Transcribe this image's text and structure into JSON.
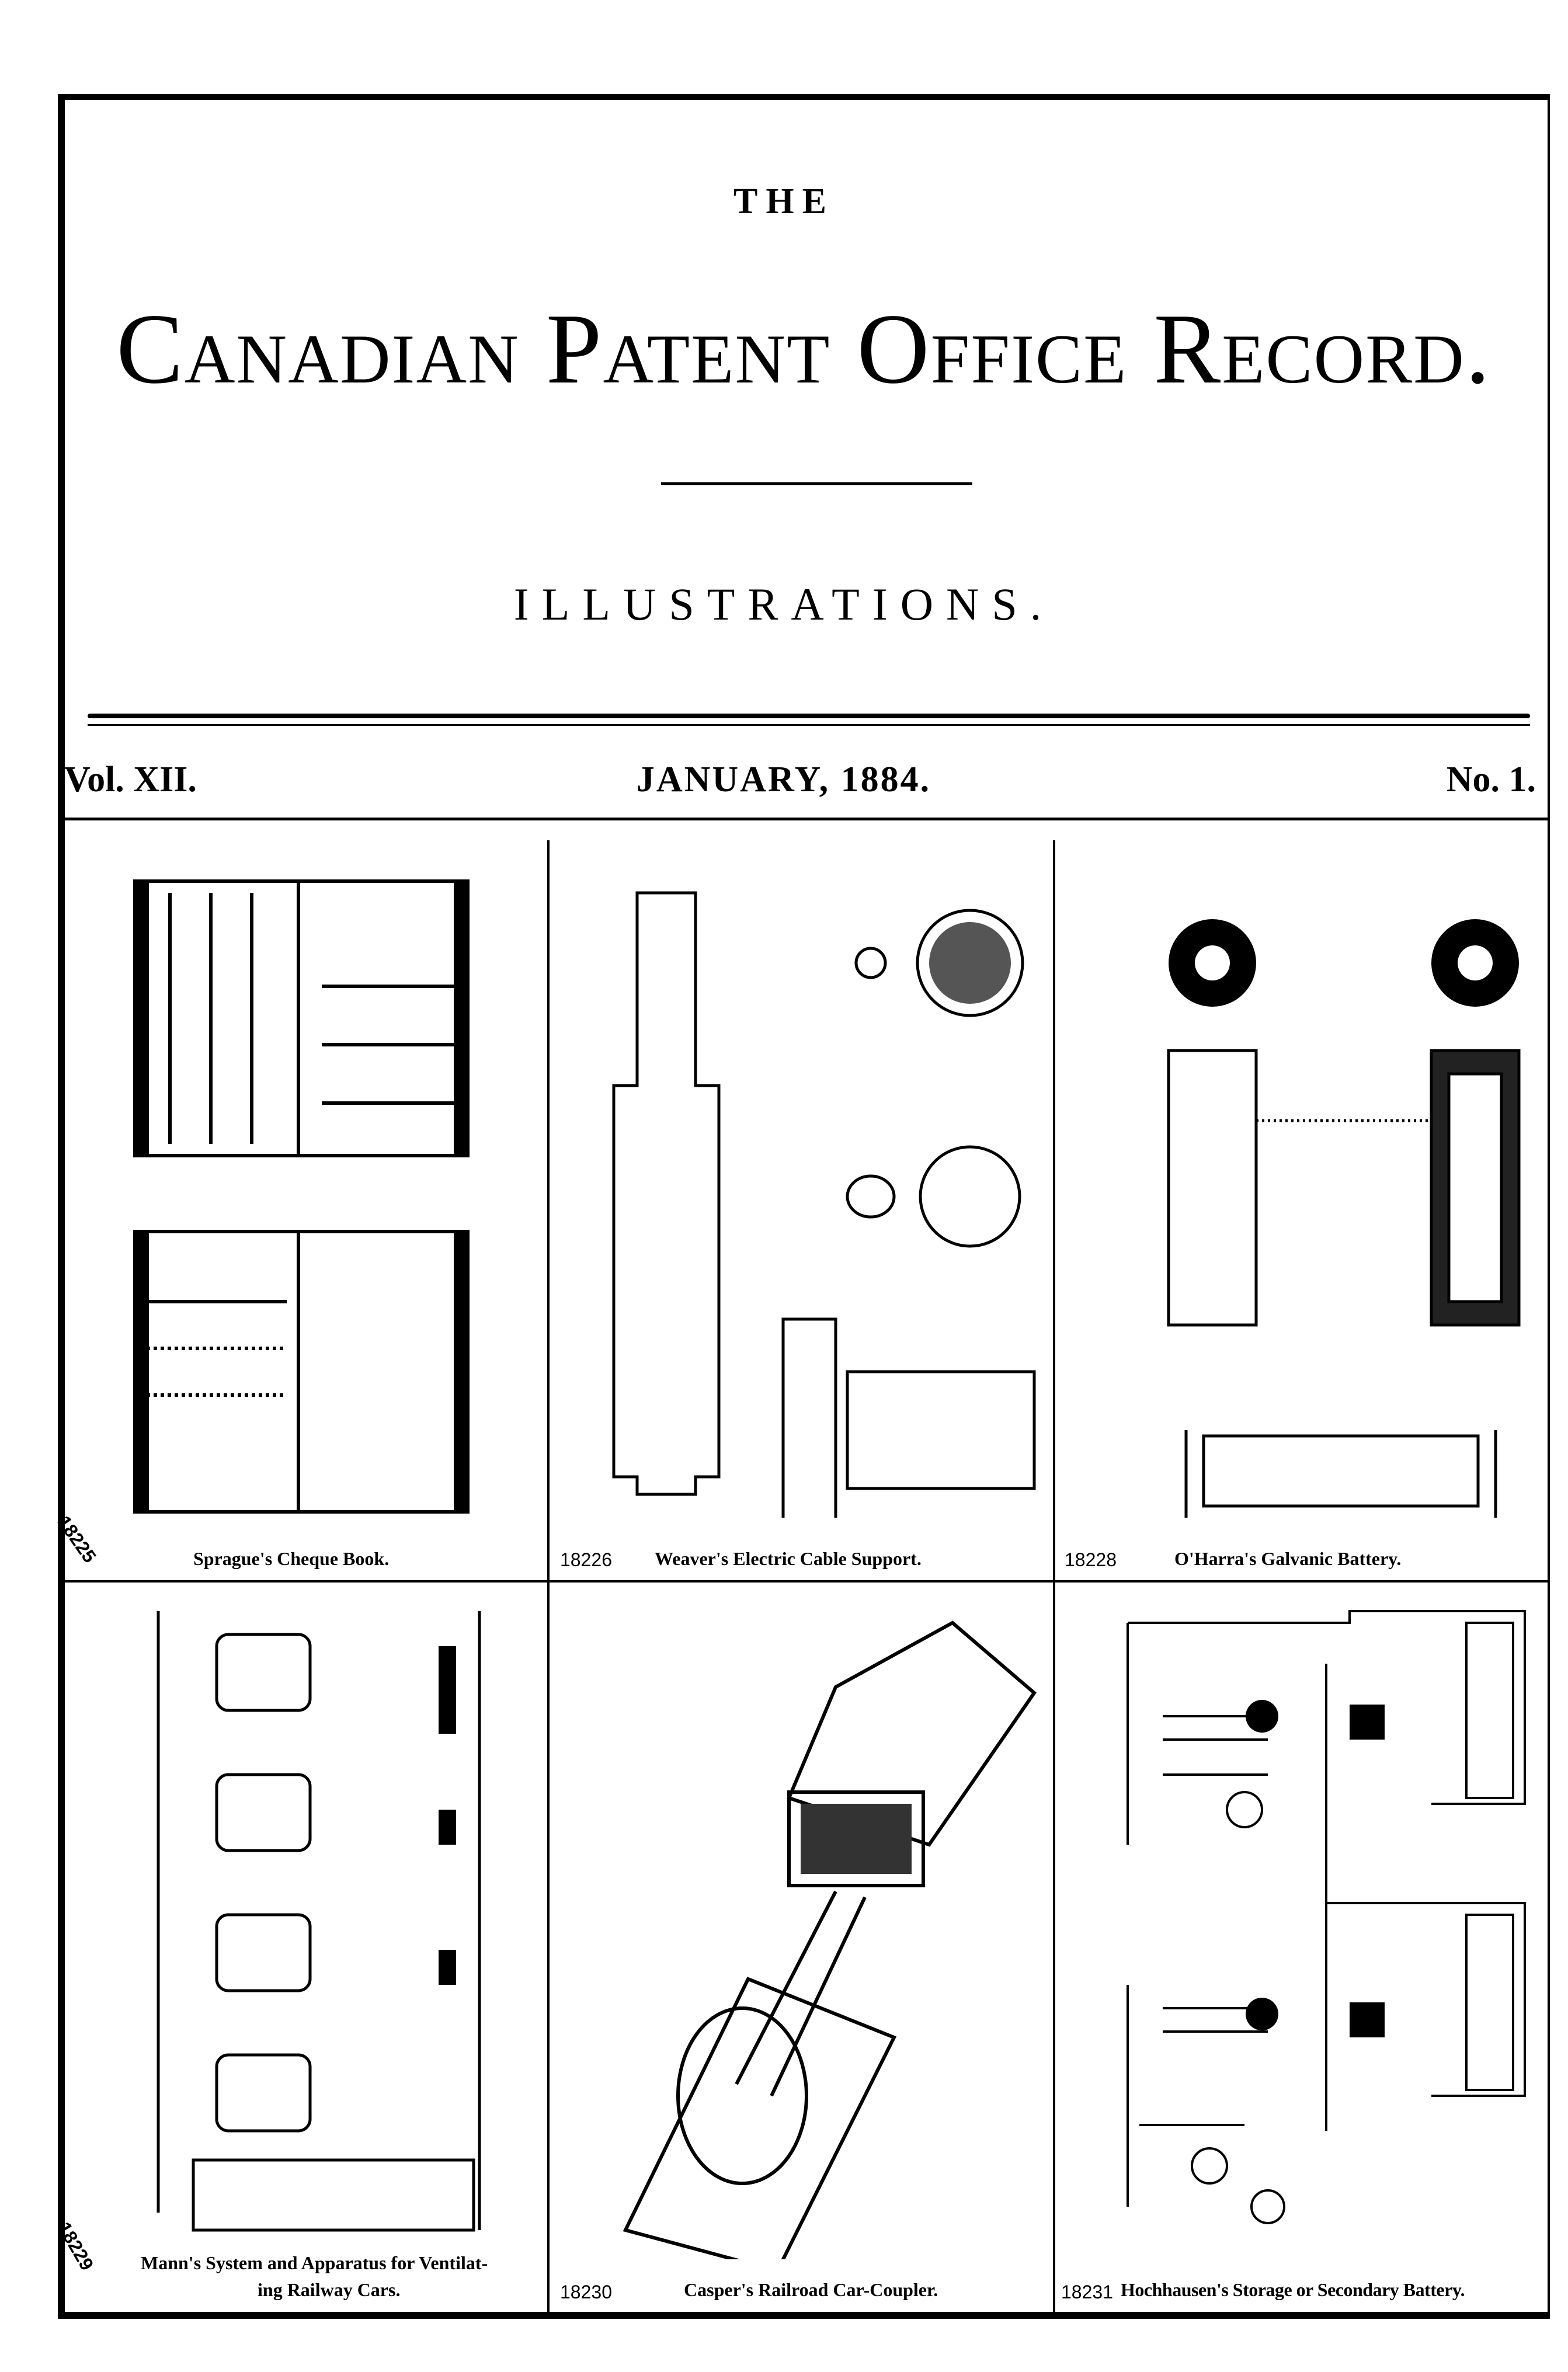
{
  "header": {
    "the": "THE",
    "title": "Canadian Patent Office Record.",
    "subtitle": "ILLUSTRATIONS.",
    "volume": "Vol. XII.",
    "date": "JANUARY, 1884.",
    "number": "No. 1."
  },
  "panels": [
    {
      "number": "18225",
      "caption": "Sprague's Cheque Book."
    },
    {
      "number": "18226",
      "caption": "Weaver's Electric Cable Support."
    },
    {
      "number": "18228",
      "caption": "O'Harra's Galvanic Battery."
    },
    {
      "number": "18229",
      "caption": "Mann's System and Apparatus for Ventilat-",
      "caption2": "ing Railway Cars."
    },
    {
      "number": "18230",
      "caption": "Casper's Railroad Car-Coupler."
    },
    {
      "number": "18231",
      "caption": "Hochhausen's Storage or Secondary Battery."
    }
  ]
}
